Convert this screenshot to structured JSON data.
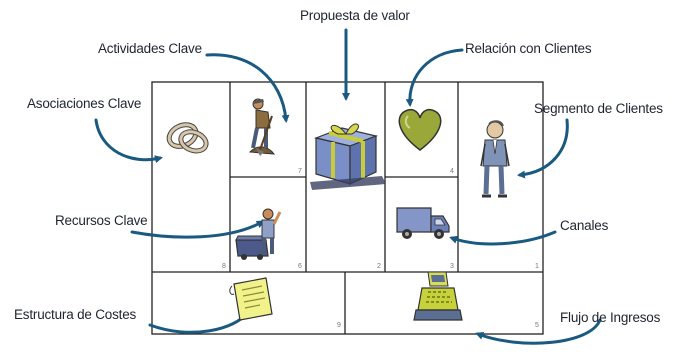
{
  "labels": {
    "propuesta": "Propuesta de valor",
    "actividades": "Actividades Clave",
    "relacion": "Relación con Clientes",
    "asociaciones": "Asociaciones Clave",
    "segmento": "Segmento de Clientes",
    "recursos": "Recursos Clave",
    "canales": "Canales",
    "costes": "Estructura de Costes",
    "ingresos": "Flujo de Ingresos"
  },
  "block_numbers": {
    "asociaciones": "8",
    "actividades": "7",
    "recursos": "6",
    "propuesta": "2",
    "relacion": "4",
    "canales": "3",
    "segmento": "1",
    "costes": "9",
    "ingresos": "5"
  },
  "icons": {
    "asociaciones": "rings-icon",
    "actividades": "worker-digging-icon",
    "propuesta": "gift-box-icon",
    "relacion": "heart-icon",
    "segmento": "customer-person-icon",
    "recursos": "worker-with-machine-icon",
    "canales": "delivery-truck-icon",
    "costes": "bill-document-icon",
    "ingresos": "cash-register-icon"
  },
  "colors": {
    "arrow": "#1a5a80",
    "grid": "#222222",
    "heart": "#9aa83a",
    "gift": "#7a8ec7",
    "ribbon": "#c9cc3a",
    "truck": "#7f90c4",
    "register": "#c7d13a"
  }
}
